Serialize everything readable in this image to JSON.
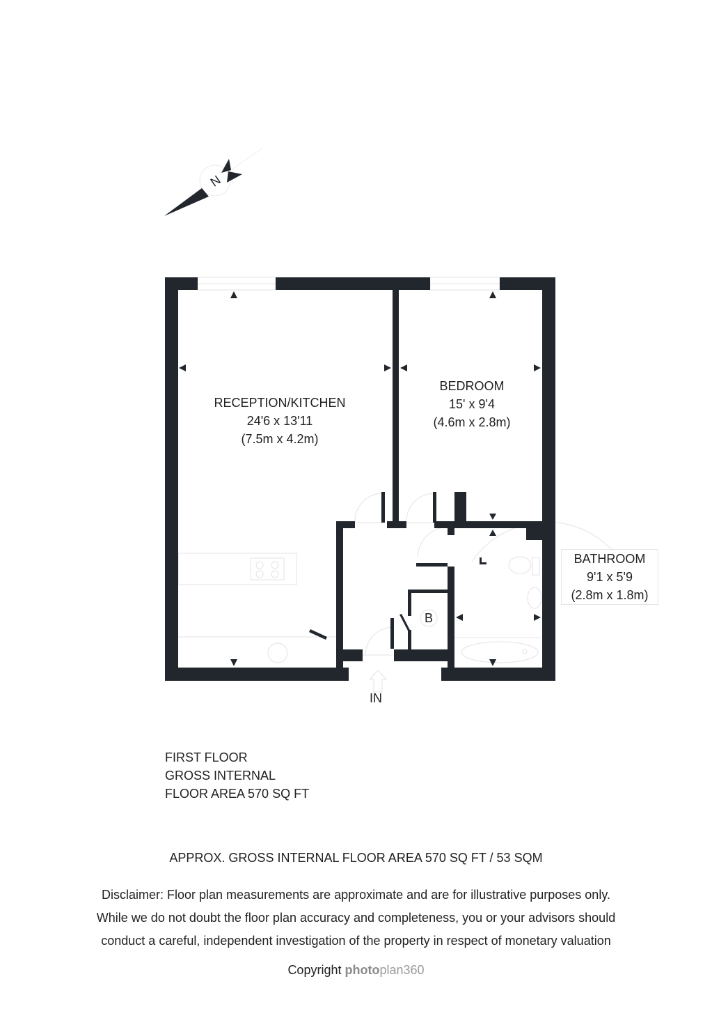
{
  "compass": {
    "label": "N",
    "icon": "north-arrow-icon"
  },
  "rooms": [
    {
      "name": "RECEPTION/KITCHEN",
      "imperial": "24'6 x 13'11",
      "metric": "(7.5m x 4.2m)"
    },
    {
      "name": "BEDROOM",
      "imperial": "15' x 9'4",
      "metric": "(4.6m x 2.8m)"
    },
    {
      "name": "BATHROOM",
      "imperial": "9'1 x 5'9",
      "metric": "(2.8m x 1.8m)"
    }
  ],
  "boiler_label": "B",
  "entrance_label": "IN",
  "floor_summary": {
    "line1": "FIRST FLOOR",
    "line2": "GROSS INTERNAL",
    "line3": "FLOOR AREA 570 SQ FT"
  },
  "approx_area": "APPROX. GROSS INTERNAL FLOOR AREA 570 SQ FT / 53 SQM",
  "disclaimer": [
    "Disclaimer: Floor plan measurements are approximate and are for illustrative purposes only.",
    "While we do not doubt the floor plan accuracy and completeness, you or your advisors should",
    "conduct a careful, independent investigation of the property in respect of monetary valuation"
  ],
  "copyright": {
    "prefix": "Copyright",
    "brand_bold": "photo",
    "brand_light": "plan360"
  },
  "colors": {
    "wall": "#22272e",
    "fixture": "#e3e3e3",
    "text": "#222222"
  }
}
